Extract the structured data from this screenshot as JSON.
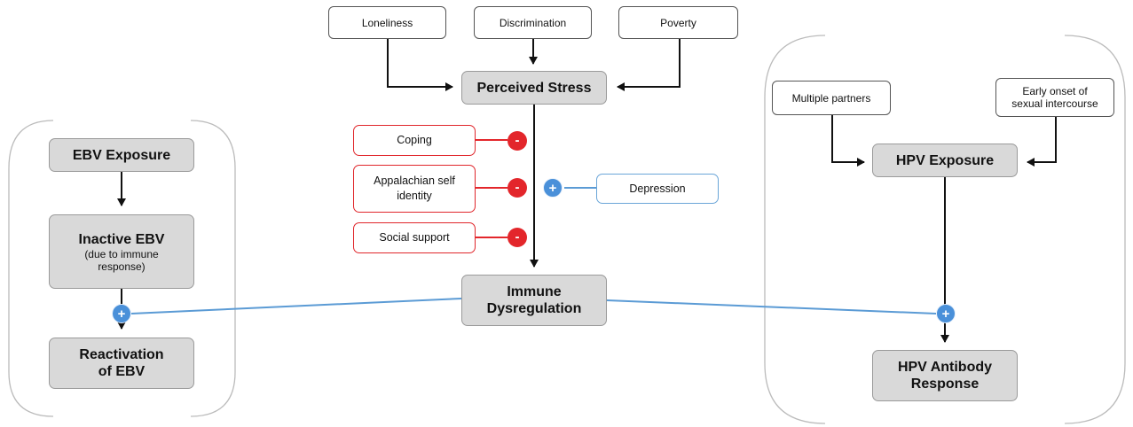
{
  "sources_top": {
    "loneliness": "Loneliness",
    "discrimination": "Discrimination",
    "poverty": "Poverty"
  },
  "center": {
    "perceived_stress": "Perceived Stress",
    "immune_dysregulation_line1": "Immune",
    "immune_dysregulation_line2": "Dysregulation"
  },
  "moderators": {
    "coping": "Coping",
    "appalachian_line1": "Appalachian self",
    "appalachian_line2": "identity",
    "social_support": "Social support",
    "depression": "Depression",
    "negative_symbol": "-",
    "positive_symbol": "+"
  },
  "ebv": {
    "exposure": "EBV Exposure",
    "inactive_title": "Inactive EBV",
    "inactive_note_line1": "(due to immune",
    "inactive_note_line2": "response)",
    "reactivation_line1": "Reactivation",
    "reactivation_line2": "of EBV"
  },
  "hpv": {
    "multiple_partners": "Multiple partners",
    "early_onset_line1": "Early onset of",
    "early_onset_line2": "sexual intercourse",
    "exposure": "HPV Exposure",
    "antibody_line1": "HPV Antibody",
    "antibody_line2": "Response"
  },
  "colors": {
    "negative": "#e3262b",
    "positive": "#4a90d9",
    "positive_line": "#5b9bd5",
    "key_fill": "#d9d9d9"
  }
}
